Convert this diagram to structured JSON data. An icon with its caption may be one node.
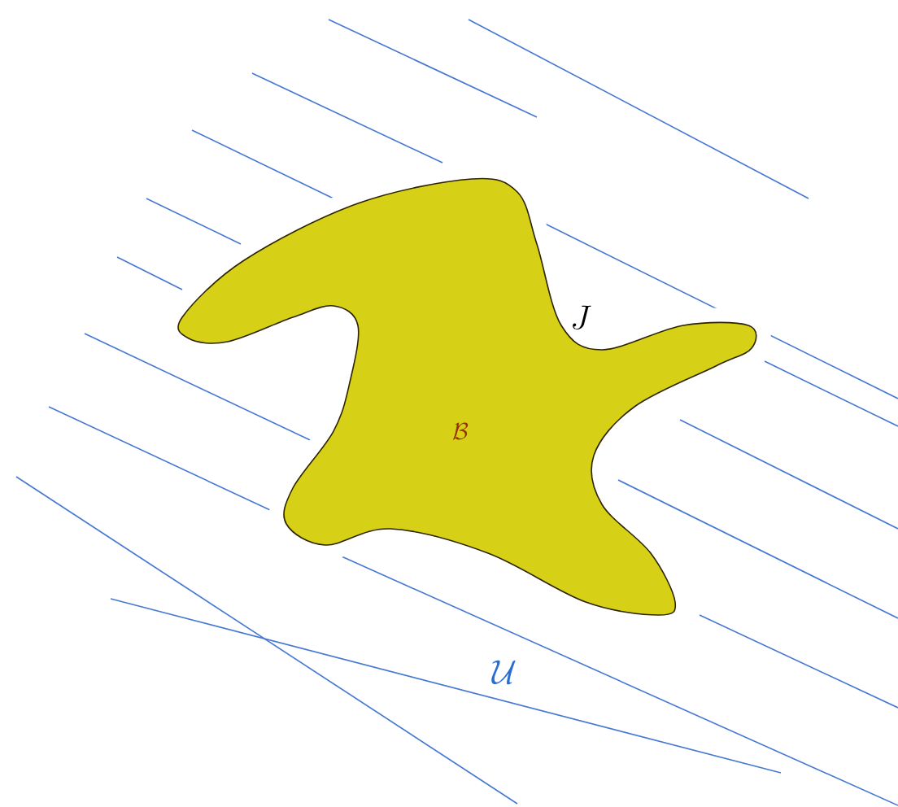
{
  "diagram": {
    "nodes": [
      {
        "text": [
          "\\mathcal{B}"
        ]
      }
    ],
    "labels": [
      "J",
      "\\mathcal{U}"
    ]
  }
}
